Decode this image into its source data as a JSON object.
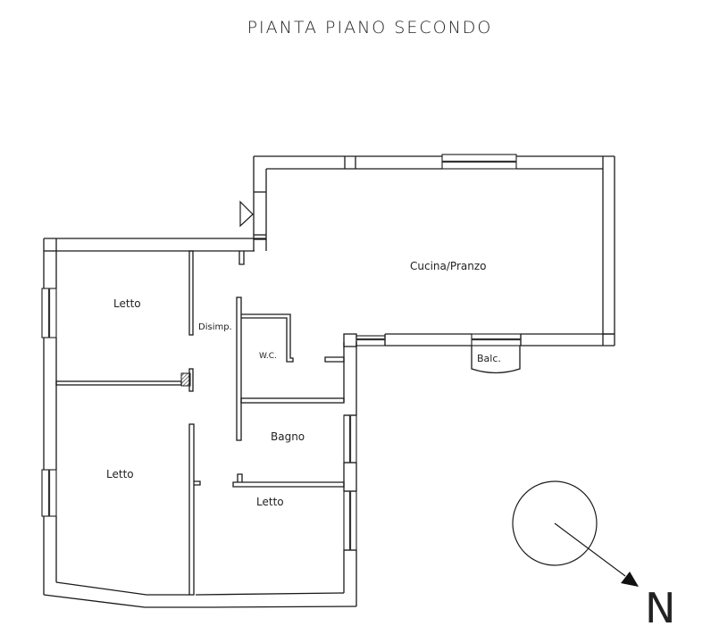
{
  "title": "PIANTA PIANO SECONDO",
  "rooms": {
    "cucina": "Cucina/Pranzo",
    "letto1": "Letto",
    "letto2": "Letto",
    "letto3": "Letto",
    "disimp": "Disimp.",
    "wc": "W.C.",
    "bagno": "Bagno",
    "balcone": "Balc."
  },
  "compass": {
    "label": "N",
    "icon": "north-arrow-icon"
  },
  "entrance": {
    "icon": "entrance-triangle-icon"
  },
  "colors": {
    "line": "#1a1a1a",
    "background": "#ffffff"
  }
}
